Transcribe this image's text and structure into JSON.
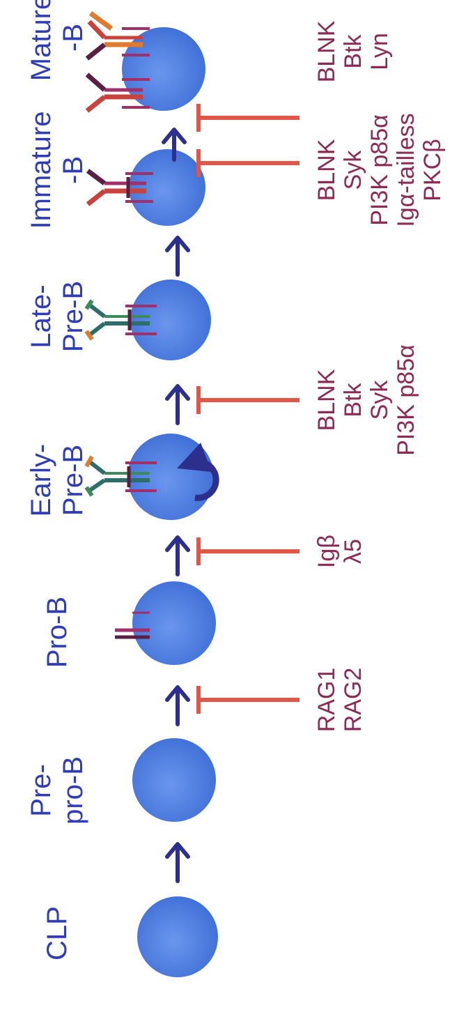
{
  "colors": {
    "cell_fill": "#4f7fe0",
    "cell_edge": "#3a63c6",
    "arrow": "#2c2f8c",
    "block": "#e2564a",
    "stage_label": "#2f3db4",
    "gene_label": "#8b2a55",
    "receptor_magenta": "#a0306a",
    "receptor_dark": "#5a1f42",
    "receptor_teal": "#2e6e6a",
    "receptor_green": "#3f8a5a",
    "receptor_orange": "#e07a2e",
    "receptor_red": "#c8433d"
  },
  "stages": [
    {
      "label_line1": "CLP",
      "label_line2": ""
    },
    {
      "label_line1": "Pre-",
      "label_line2": "pro-B"
    },
    {
      "label_line1": "Pro-B",
      "label_line2": ""
    },
    {
      "label_line1": "Early-",
      "label_line2": "Pre-B"
    },
    {
      "label_line1": "Late-",
      "label_line2": "Pre-B"
    },
    {
      "label_line1": "Immature",
      "label_line2": "-B"
    },
    {
      "label_line1": "Mature",
      "label_line2": "-B"
    }
  ],
  "blocks": [
    {
      "genes": [
        "RAG1",
        "RAG2"
      ]
    },
    {
      "genes": [
        "Igβ",
        "λ5"
      ]
    },
    {
      "genes": [
        "BLNK",
        "Btk",
        "Syk",
        "PI3K p85α"
      ]
    },
    {
      "genes": [
        "BLNK",
        "Syk",
        "PI3K p85α",
        "Igα-tailless",
        "PKCβ"
      ]
    },
    {
      "genes": [
        "BLNK",
        "Btk",
        "Lyn"
      ]
    }
  ]
}
